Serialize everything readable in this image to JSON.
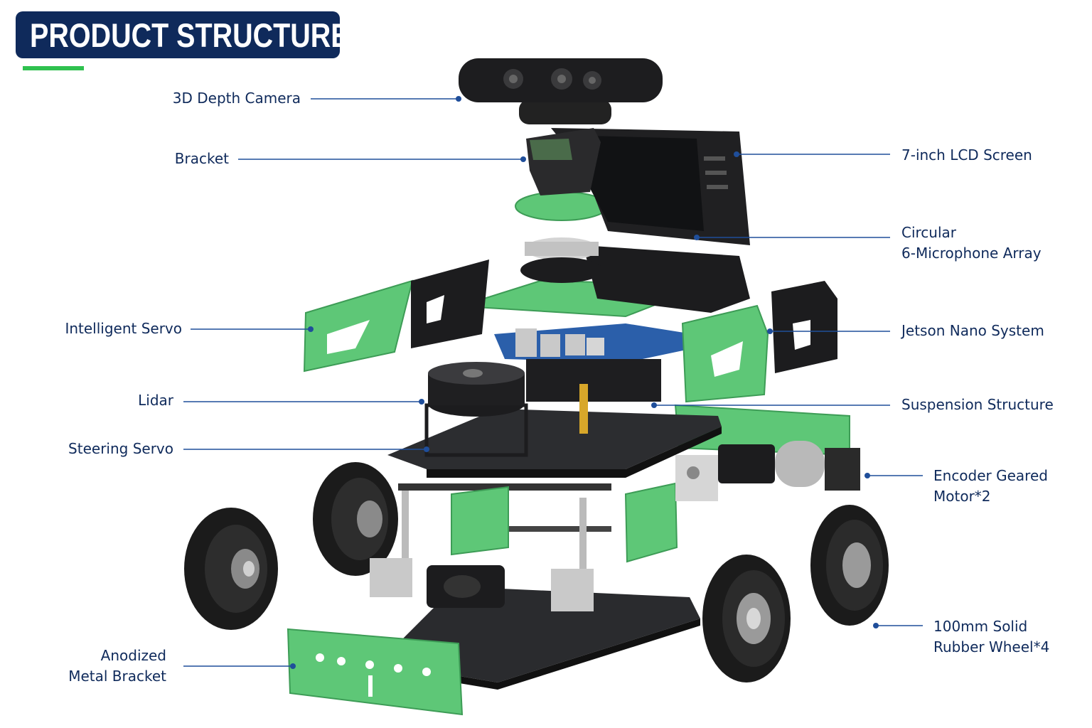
{
  "title": "PRODUCT STRUCTURE",
  "colors": {
    "banner": "#0f2a5b",
    "accent_green": "#2fc14f",
    "label_text": "#0f2a5b",
    "leader_line": "#1f4e9a",
    "part_green": "#5ec777",
    "part_dark": "#1c1c1e"
  },
  "labels": {
    "depth_camera": [
      "3D Depth Camera"
    ],
    "bracket": [
      "Bracket"
    ],
    "lcd_screen": [
      "7-inch LCD Screen"
    ],
    "mic_array": [
      "Circular",
      "6-Microphone Array"
    ],
    "intelligent_servo": [
      "Intelligent Servo"
    ],
    "jetson_nano": [
      "Jetson Nano System"
    ],
    "lidar": [
      "Lidar"
    ],
    "suspension": [
      "Suspension Structure"
    ],
    "steering_servo": [
      "Steering Servo"
    ],
    "encoder_motor": [
      "Encoder Geared",
      "Motor*2"
    ],
    "rubber_wheel": [
      "100mm Solid",
      "Rubber Wheel*4"
    ],
    "anodized_bracket": [
      "Anodized",
      "Metal Bracket"
    ]
  }
}
